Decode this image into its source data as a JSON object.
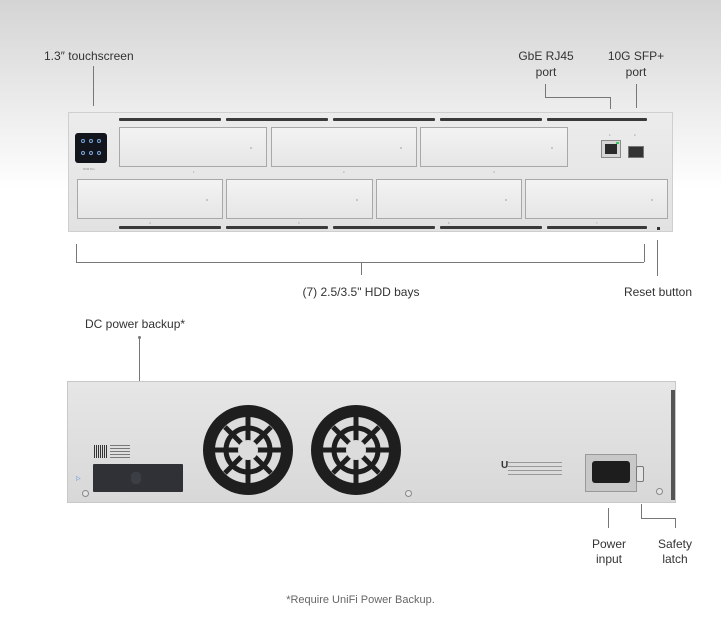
{
  "labels": {
    "touchscreen": "1.3″ touchscreen",
    "rj45_line1": "GbE RJ45",
    "rj45_line2": "port",
    "sfp_line1": "10G SFP+",
    "sfp_line2": "port",
    "hdd_bays": "(7) 2.5/3.5\" HDD bays",
    "reset": "Reset button",
    "dc_backup": "DC power backup*",
    "power_line1": "Power",
    "power_line2": "input",
    "latch_line1": "Safety",
    "latch_line2": "latch"
  },
  "device": {
    "model_text": "NVR Pro",
    "bay_numbers": [
      "1",
      "2",
      "3",
      "4",
      "5",
      "6",
      "7"
    ],
    "port_label_rj45": "1",
    "port_label_sfp": "2"
  },
  "footnote": "*Require UniFi Power Backup.",
  "colors": {
    "rj45_led": "#34c759",
    "touchscreen_bg": "#12151c",
    "port_blue": "#4a8ad8"
  }
}
